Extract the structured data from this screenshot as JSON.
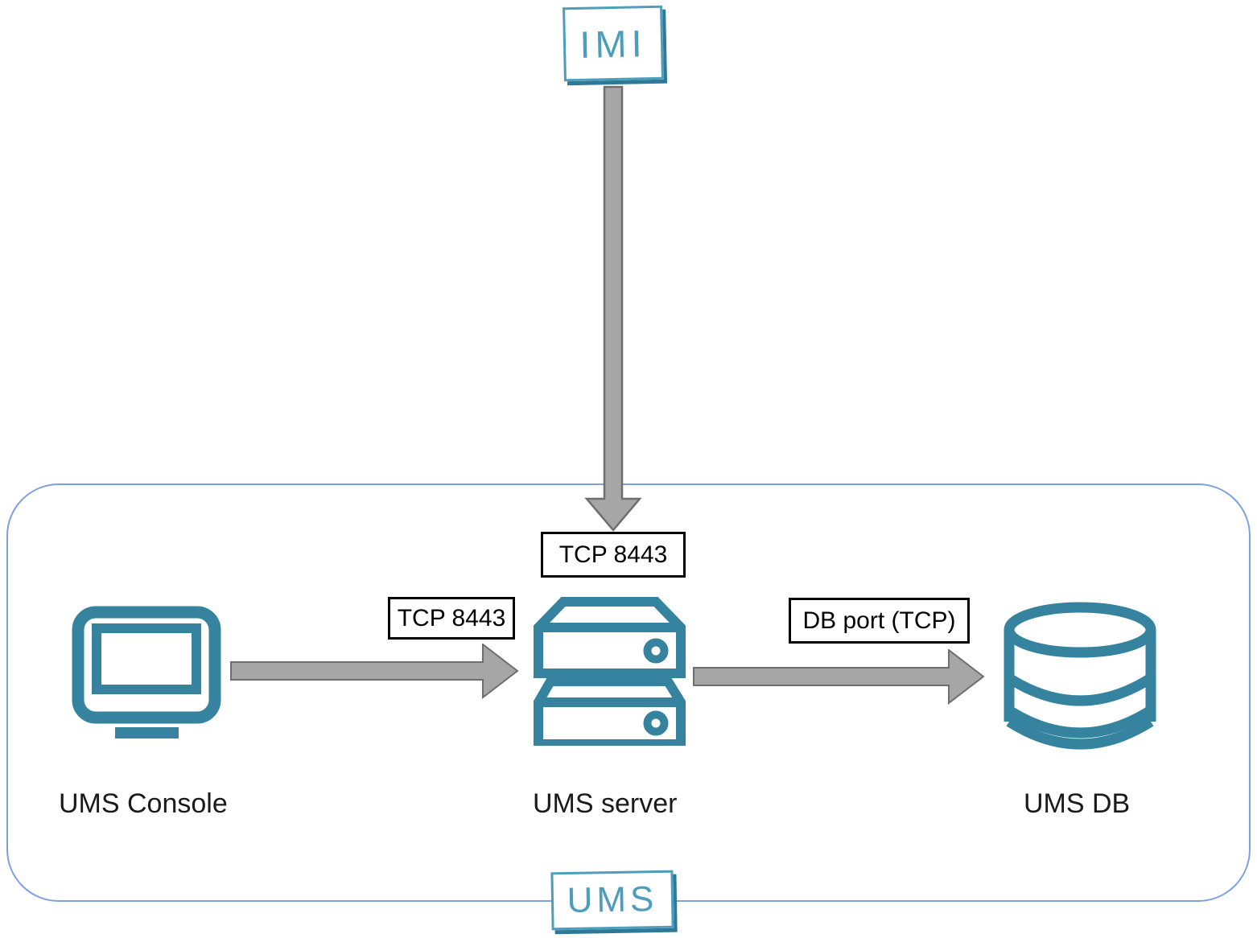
{
  "diagram": {
    "external_node": {
      "label": "IMI"
    },
    "boundary": {
      "label": "UMS"
    },
    "nodes": [
      {
        "id": "ums-console",
        "label": "UMS Console",
        "icon": "monitor-icon"
      },
      {
        "id": "ums-server",
        "label": "UMS server",
        "icon": "server-icon"
      },
      {
        "id": "ums-db",
        "label": "UMS DB",
        "icon": "database-icon"
      }
    ],
    "connections": [
      {
        "from": "IMI",
        "to": "UMS server",
        "label": "TCP 8443",
        "direction": "down"
      },
      {
        "from": "UMS Console",
        "to": "UMS server",
        "label": "TCP 8443",
        "direction": "right"
      },
      {
        "from": "UMS server",
        "to": "UMS DB",
        "label": "DB port (TCP)",
        "direction": "right"
      }
    ],
    "colors": {
      "icon_teal": "#36839F",
      "logo_teal": "#4E9EBB",
      "logo_shadow": "#2E7998",
      "boundary_blue": "#7DA0E2",
      "arrow_fill": "#A6A6A6",
      "arrow_outline": "#6E6E6E",
      "port_label_border": "#000000",
      "text_color": "#1A1A1A"
    }
  }
}
